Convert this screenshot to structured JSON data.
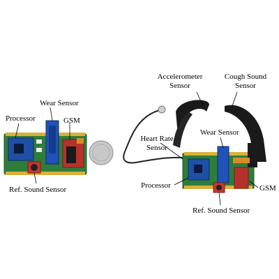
{
  "labels": {
    "left": {
      "wear_sensor": "Wear Sensor",
      "processor": "Processor",
      "gsm": "GSM",
      "ref_sound": "Ref. Sound Sensor"
    },
    "right": {
      "accelerometer_1": "Accelerometer",
      "accelerometer_2": "Sensor",
      "cough_1": "Cough Sound",
      "cough_2": "Sensor",
      "heart_rate_1": "Heart Rate",
      "heart_rate_2": "Sensor",
      "wear_sensor": "Wear Sensor",
      "processor": "Processor",
      "gsm": "GSM",
      "ref_sound": "Ref. Sound Sensor"
    }
  },
  "colors": {
    "pcb_green": "#2e7d3a",
    "board_blue": "#1f4fa6",
    "red_module": "#b5322c",
    "strap_black": "#1a1a1a",
    "coin_silver": "#c8c8c8",
    "header_yellow": "#d9b23a"
  }
}
